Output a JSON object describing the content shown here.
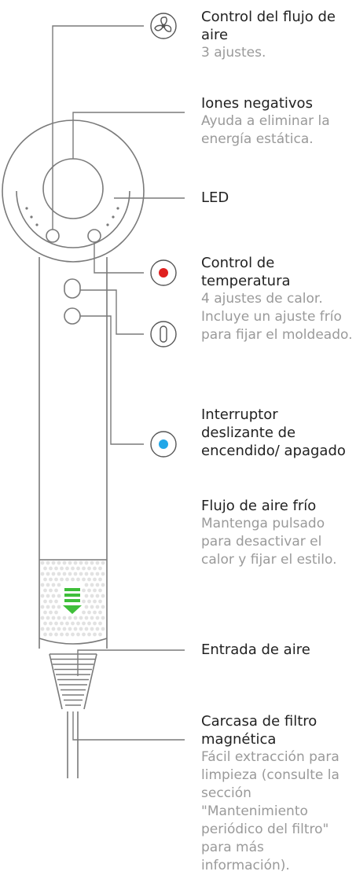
{
  "features": [
    {
      "id": "airflow",
      "title": "Control del flujo de aire",
      "desc": "3 ajustes.",
      "icon": "fan-icon"
    },
    {
      "id": "ions",
      "title": "Iones negativos",
      "desc": "Ayuda a eliminar la energía estática."
    },
    {
      "id": "led",
      "title": "LED",
      "desc": ""
    },
    {
      "id": "temperature",
      "title": "Control de temperatura",
      "desc": "4 ajustes de calor. Incluye un ajuste frío para fijar el moldeado.",
      "icon": "red-dot-icon"
    },
    {
      "id": "power",
      "title": "Interruptor deslizante de encendido/ apagado",
      "desc": "",
      "icon": "power-switch-icon"
    },
    {
      "id": "cold",
      "title": "Flujo de aire frío",
      "desc": "Mantenga pulsado para desactivar el calor y fijar el estilo.",
      "icon": "blue-dot-icon"
    },
    {
      "id": "intake",
      "title": "Entrada de aire",
      "desc": ""
    },
    {
      "id": "filter",
      "title": "Carcasa de filtro magnética",
      "desc": "Fácil extracción para limpieza (consulte la sección \"Mantenimiento periódico del filtro\" para más información)."
    }
  ],
  "colors": {
    "line": "#7a7a7a",
    "text": "#222222",
    "muted": "#9a9a9a",
    "red": "#e0201f",
    "blue": "#22a7e8",
    "green": "#3fbf3a"
  }
}
